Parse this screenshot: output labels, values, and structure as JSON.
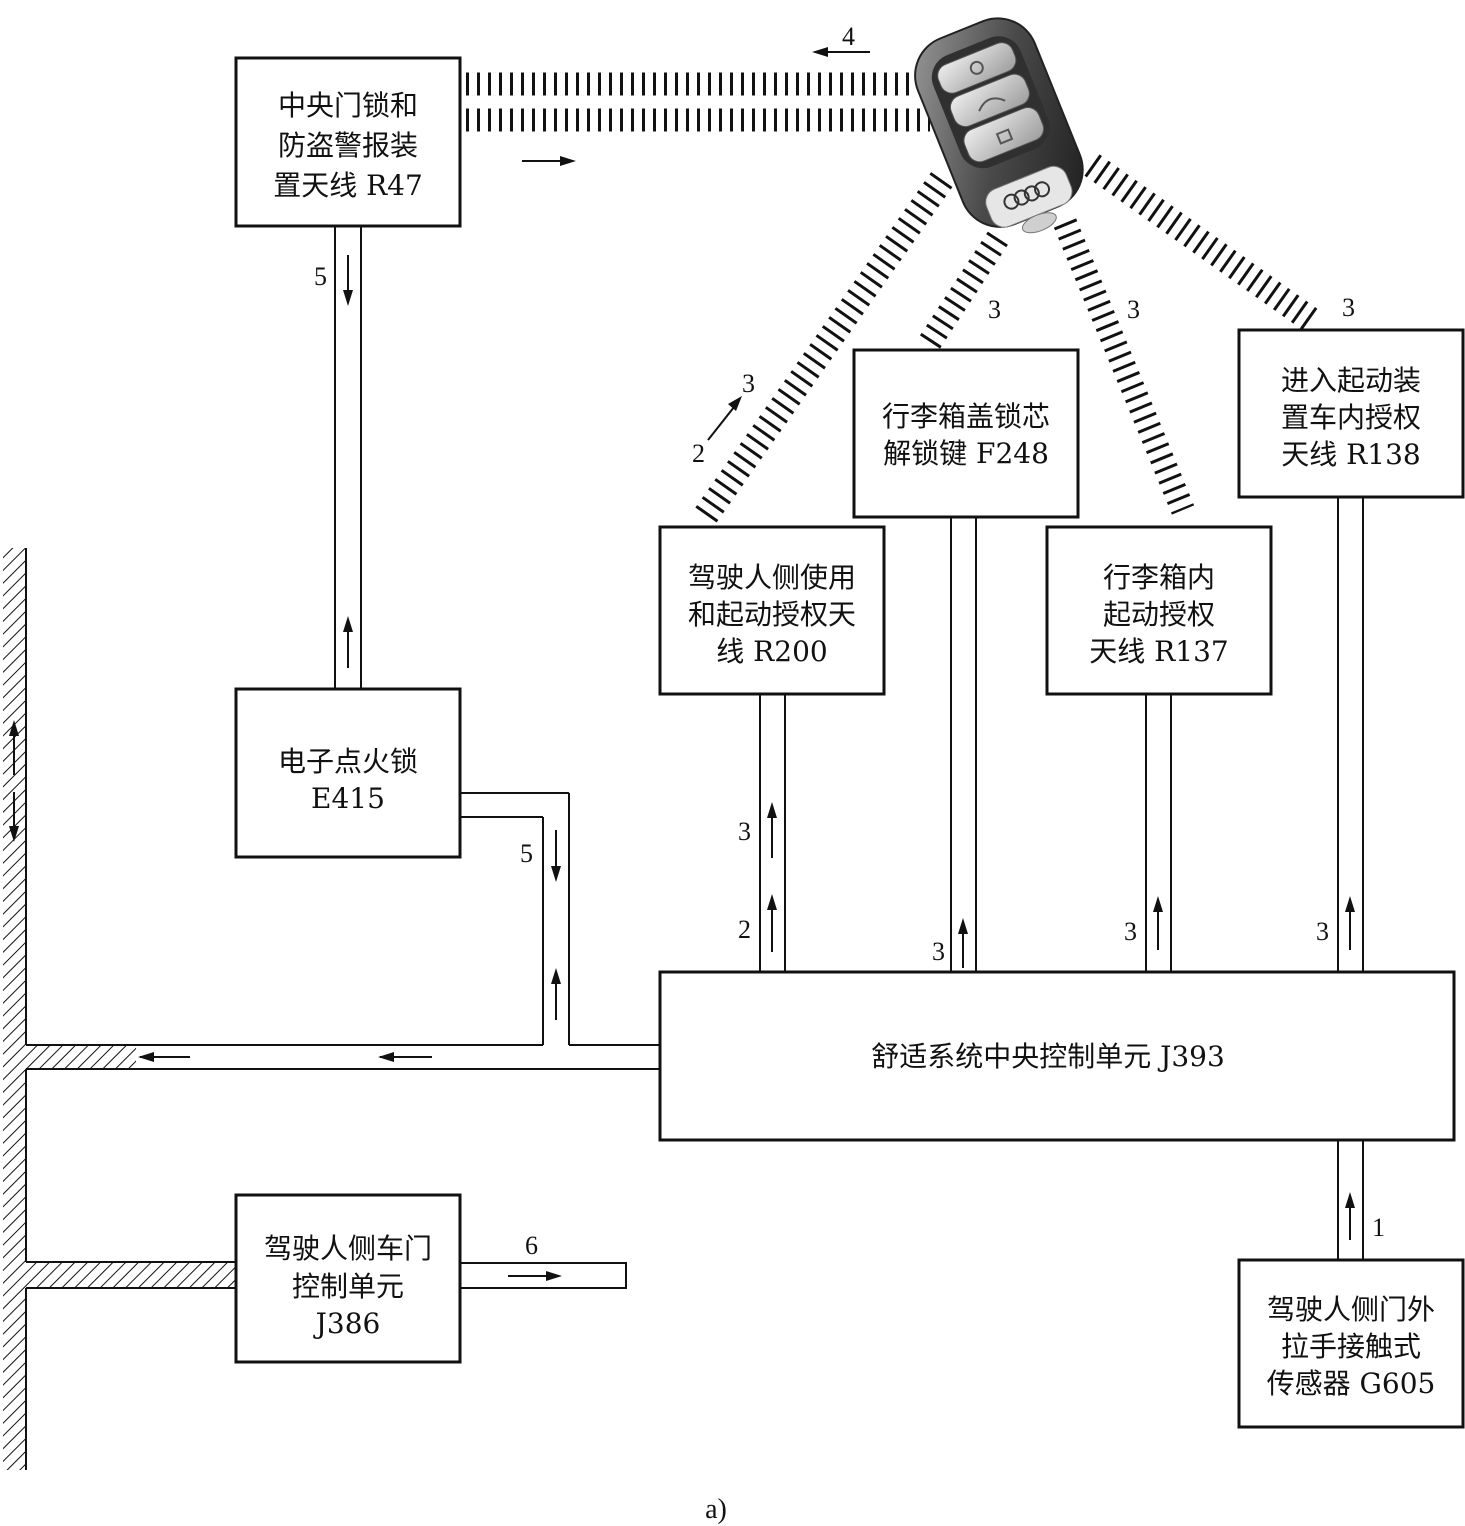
{
  "boxes": {
    "r47": [
      "中央门锁和",
      "防盗警报装",
      "置天线 R47"
    ],
    "e415": [
      "电子点火锁",
      "E415"
    ],
    "j386": [
      "驾驶人侧车门",
      "控制单元",
      "J386"
    ],
    "r200": [
      "驾驶人侧使用",
      "和起动授权天",
      "线 R200"
    ],
    "f248": [
      "行李箱盖锁芯",
      "解锁键 F248"
    ],
    "r137": [
      "行李箱内",
      "起动授权",
      "天线 R137"
    ],
    "r138": [
      "进入起动装",
      "置车内授权",
      "天线 R138"
    ],
    "j393": [
      "舒适系统中央控制单元 J393"
    ],
    "g605": [
      "驾驶人侧门外",
      "拉手接触式",
      "传感器 G605"
    ]
  },
  "numbers": {
    "n4_key": "4",
    "n5_r47": "5",
    "n5_e415": "5",
    "n3_wave_f248": "3",
    "n3_wave_r137": "3",
    "n3_wave_r138": "3",
    "n3_wave_r200": "3",
    "n2_wave_r200": "2",
    "n3_r200_pipe": "3",
    "n2_r200_pipe": "2",
    "n3_f248_pipe": "3",
    "n3_r137_pipe": "3",
    "n3_r138_pipe": "3",
    "n1_g605": "1",
    "n6_j386": "6"
  },
  "caption": "a)",
  "icons": {
    "key_fob": "audi-key-fob-icon"
  }
}
